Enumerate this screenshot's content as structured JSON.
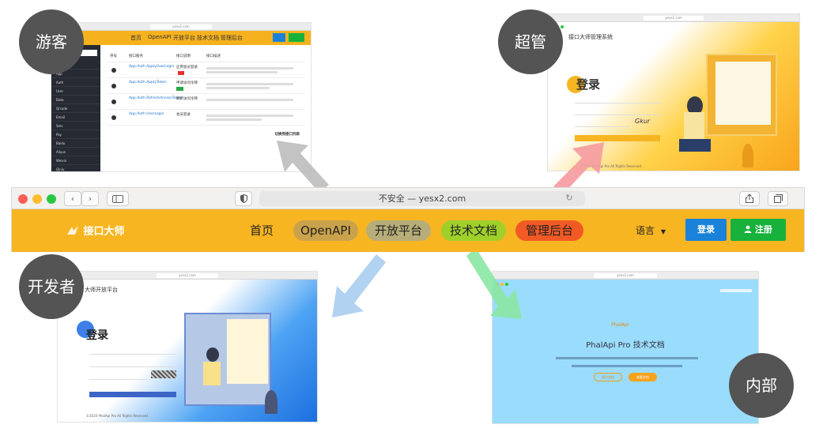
{
  "roles": {
    "visitor": "游客",
    "admin": "超管",
    "developer": "开发者",
    "internal": "内部"
  },
  "browser": {
    "address": "不安全 — yesx2.com",
    "logo": "接口大师",
    "nav": {
      "home": "首页",
      "openapi": "OpenAPI",
      "platform": "开放平台",
      "docs": "技术文档",
      "admin": "管理后台"
    },
    "language": "语言",
    "login": "登录",
    "register": "注册"
  },
  "colors": {
    "nav_bg": "#f7b522",
    "openapi_pill": "#c9a24b",
    "platform_pill": "#b7ad79",
    "docs_pill": "#9fd02a",
    "admin_pill": "#f25a25",
    "login_btn": "#1a82d8",
    "register_btn": "#17b13c",
    "arrow_gray": "#b8b8b8",
    "arrow_pink": "#f59aa0",
    "arrow_blue": "#a9cdef",
    "arrow_green": "#8be7a3"
  },
  "visitor_shot": {
    "nav": [
      "首页",
      "OpenAPI",
      "开放平台",
      "技术文档",
      "管理后台"
    ],
    "table_headers": [
      "序号",
      "接口服务",
      "接口说明",
      "接口描述"
    ],
    "rows": [
      {
        "api": "App.Auth.ApplyUserLogin",
        "desc": "应用会员登录"
      },
      {
        "api": "App.Auth.ApplyToken",
        "desc": "申请访问令牌"
      },
      {
        "api": "App.Auth.RefreshAccessToken",
        "desc": "刷新访问令牌"
      },
      {
        "api": "App.Auth.UserLogin",
        "desc": "会员登录"
      }
    ],
    "link": "切换到接口列表"
  },
  "admin_shot": {
    "title": "接口大师管理系统",
    "login": "登录",
    "captcha": "Gkur",
    "footer": "©2020 PhalApi Pro All Rights Reserved."
  },
  "developer_shot": {
    "title": "大师开放平台",
    "login": "登录",
    "footer": "©2020 PhalApi Pro All Rights Reserved."
  },
  "internal_shot": {
    "brand": "PhalApi",
    "title": "PhalApi Pro 技术文档",
    "btn1": "接口文档",
    "btn2": "查看文档"
  }
}
